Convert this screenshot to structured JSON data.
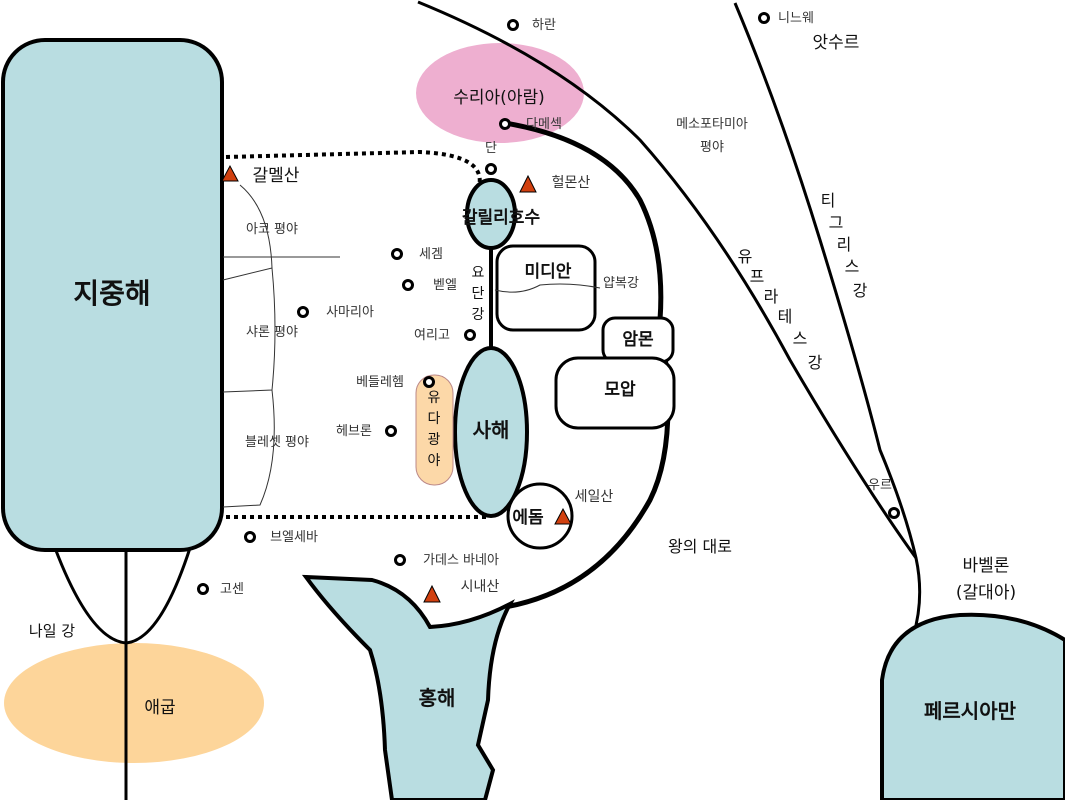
{
  "colors": {
    "water": "#b9dde1",
    "egypt": "#fdd59a",
    "aram": "#eeafd0",
    "judah_wild": "#fcd8a8",
    "mountain": "#d1400f",
    "outline": "#000000"
  },
  "water_labels": {
    "mediterranean": "지중해",
    "galilee": "갈릴리호수",
    "dead_sea": "사해",
    "red_sea": "홍해",
    "persian_gulf": "페르시아만"
  },
  "regions": {
    "aram": "수리아(아람)",
    "egypt": "애굽",
    "media": "미디안",
    "ammon": "암몬",
    "moab": "모압",
    "edom": "에돔",
    "judean_wilderness": [
      "유",
      "다",
      "광",
      "야"
    ],
    "babylon_line1": "바벨론",
    "babylon_line2": "(갈대아)",
    "assyria": "앗수르",
    "mesopotamia_line1": "메소포타미아",
    "mesopotamia_line2": "평야"
  },
  "plains": {
    "acco": "아코 평야",
    "sharon": "샤론 평야",
    "shephelah": "블레셋 평야"
  },
  "rivers": {
    "jordan": [
      "요",
      "단",
      "강"
    ],
    "jabbok": "얍복강",
    "nile": "나일 강",
    "euphrates": [
      "유",
      "프",
      "라",
      "테",
      "스",
      "강"
    ],
    "tigris": [
      "티",
      "그",
      "리",
      "스",
      "강"
    ]
  },
  "roads": {
    "kings_highway": "왕의 대로"
  },
  "mountains": {
    "carmel": "갈멜산",
    "hermon": "헐몬산",
    "seir": "세일산",
    "sinai": "시내산"
  },
  "cities": {
    "haran": "하란",
    "nineveh": "니느웨",
    "damascus_line1": "다메섹",
    "damascus_line2": "단",
    "shechem": "세겜",
    "bethel": "벧엘",
    "samaria": "사마리아",
    "jericho": "여리고",
    "bethlehem": "베들레헴",
    "hebron": "헤브론",
    "beersheba": "브엘세바",
    "kadesh_barnea": "가데스 바네아",
    "goshen": "고센",
    "ur": "우르"
  }
}
